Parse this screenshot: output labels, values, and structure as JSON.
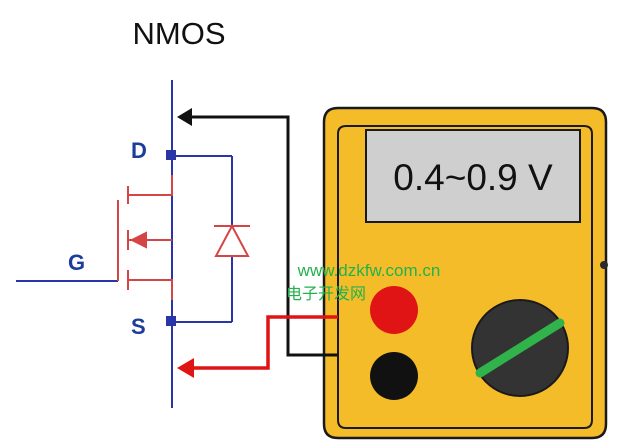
{
  "title": "NMOS",
  "terminals": {
    "drain": "D",
    "gate": "G",
    "source": "S"
  },
  "meter": {
    "display": "0.4~0.9 V"
  },
  "watermark": {
    "line1": "www.dzkfw.com.cn",
    "line2": "电子开发网"
  },
  "colors": {
    "wire_blue": "#2a35a8",
    "mosfet_red": "#d64545",
    "probe_black": "#111111",
    "probe_red": "#e01414",
    "meter_body": "#f5bc2a",
    "meter_outline": "#1a1a1a",
    "display_bg": "#cfcfcf",
    "knob": "#333333",
    "knob_pointer": "#2fb34a",
    "label_blue": "#1c3d9c",
    "watermark_green": "#22b24c"
  }
}
